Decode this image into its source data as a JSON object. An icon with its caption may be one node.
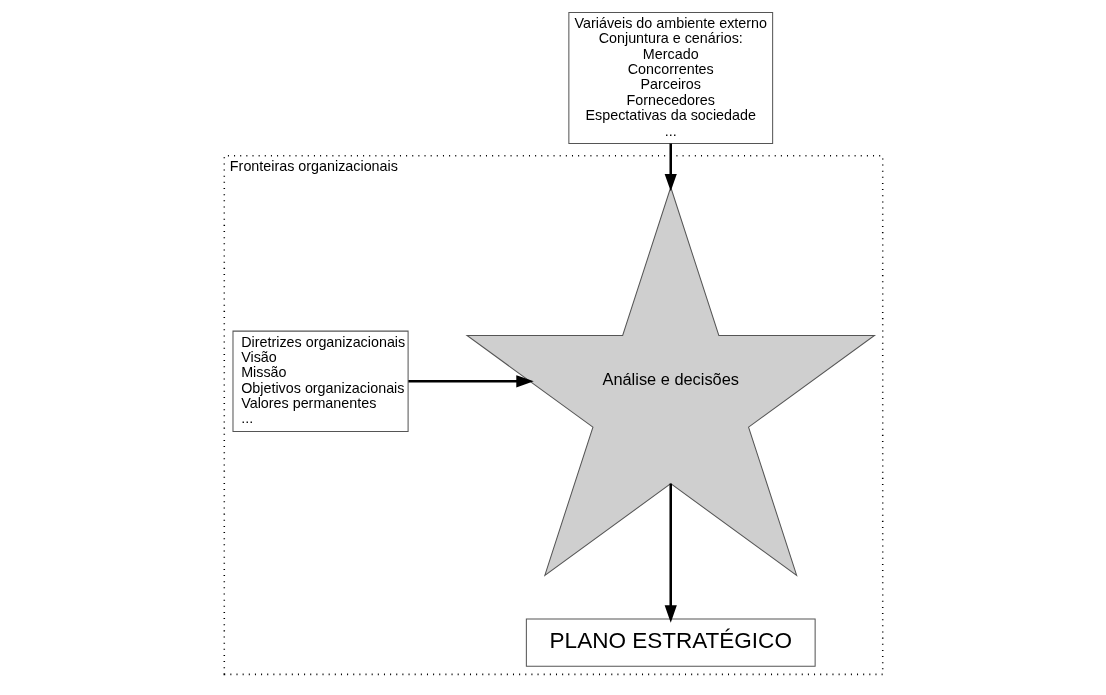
{
  "diagram": {
    "nodes": [
      {
        "text": [
          "Variáveis do ambiente externo",
          "Conjuntura e cenários:",
          "Mercado",
          "Concorrentes",
          "Parceiros",
          "Fornecedores",
          "Espectativas da sociedade",
          "..."
        ]
      },
      {
        "text": [
          "Fronteiras organizacionais"
        ]
      },
      {
        "text": [
          "Diretrizes organizacionais",
          "Visão",
          "Missão",
          "Objetivos organizacionais",
          "Valores permanentes",
          "..."
        ],
        "in": 1
      },
      {
        "text": [
          "Análise e decisões"
        ],
        "in": 1
      },
      {
        "text": [
          "PLANO ESTRATÉGICO"
        ],
        "in": 1
      }
    ],
    "edges": [
      {
        "from": 0,
        "to": 3,
        "arrow": "to"
      },
      {
        "from": 2,
        "to": 3,
        "arrow": "to"
      },
      {
        "from": 3,
        "to": 4,
        "arrow": "to"
      }
    ]
  }
}
